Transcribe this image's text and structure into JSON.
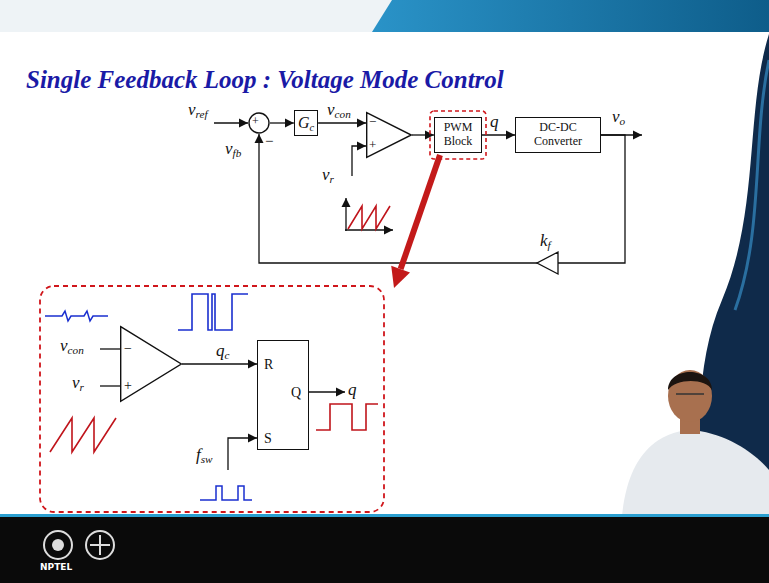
{
  "diagram": {
    "title": "Single Feedback Loop : Voltage Mode Control",
    "nodes": [
      {
        "text": [
          "+"
        ]
      },
      {
        "text": [
          "Gc"
        ]
      },
      {
        "text": [
          "−",
          "+"
        ]
      },
      {
        "text": [
          "PWM Block"
        ]
      },
      {
        "text": [
          "DC-DC Converter"
        ]
      },
      {
        "text": [
          "−",
          "+"
        ]
      },
      {
        "text": [
          "R",
          "S",
          "Q"
        ]
      }
    ],
    "edges": [
      {
        "from": 0,
        "to": 1,
        "arrow": "to"
      },
      {
        "from": 1,
        "to": 2,
        "label": "vcon",
        "arrow": "to"
      },
      {
        "from": 2,
        "to": 3,
        "arrow": "to"
      },
      {
        "from": 3,
        "to": 4,
        "label": "q",
        "arrow": "to"
      },
      {
        "from": 4,
        "to": 0,
        "arrow": "to"
      },
      {
        "from": 5,
        "to": 6,
        "label": "qc",
        "arrow": "to"
      }
    ],
    "labels": [
      "vref",
      "−",
      "vfb",
      "vr",
      "vo",
      "kf",
      "vcon",
      "vr",
      "q",
      "fsw",
      "NPTEL"
    ]
  }
}
